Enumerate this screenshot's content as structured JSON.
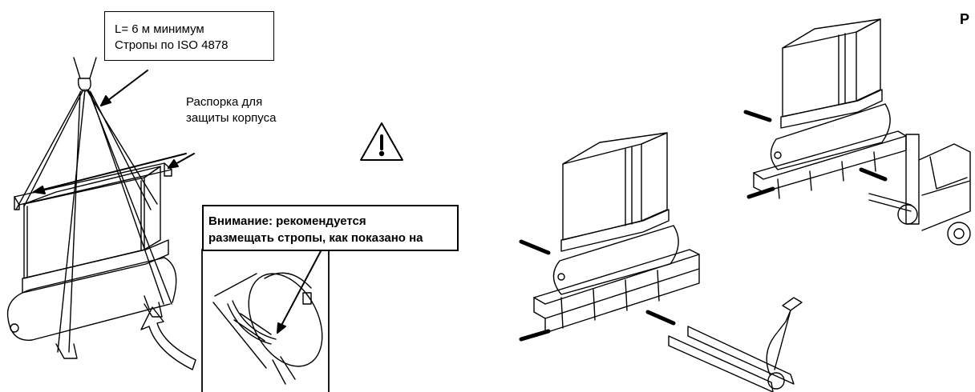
{
  "sling_note": {
    "line1": "L= 6 м минимум",
    "line2": "Стропы по ISO 4878"
  },
  "spacer_note": {
    "line1": "Распорка для",
    "line2": "защиты корпуса"
  },
  "attention_note": {
    "line1": "Внимание: рекомендуется",
    "line2": "размещать стропы, как показано на"
  },
  "corner_letter": "P",
  "icons": [
    "warning-triangle-icon",
    "arrow-icon"
  ],
  "colors": {
    "ink": "#000000",
    "paper": "#ffffff"
  }
}
